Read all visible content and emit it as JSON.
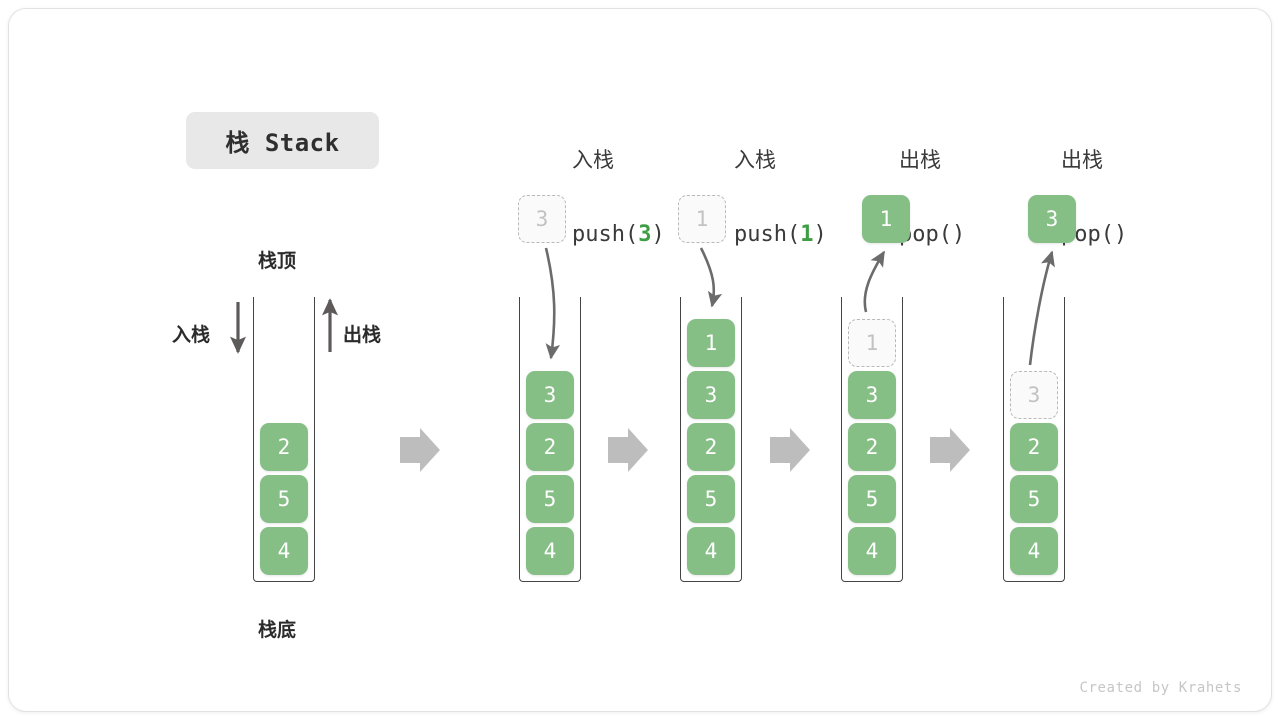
{
  "title": {
    "text": "栈 Stack"
  },
  "legend": {
    "top_label": "栈顶",
    "bottom_label": "栈底",
    "push_label": "入栈",
    "pop_label": "出栈"
  },
  "colors": {
    "cell_green": "#86bf86",
    "highlight_green": "#3f9e45",
    "ghost_border": "#b9b9b9",
    "ghost_text": "#c2c2c2",
    "arrow_gray": "#6b6b6b",
    "step_arrow_gray": "#bdbdbd",
    "chip_bg": "#e8e8e8"
  },
  "initial_stack": {
    "cells": [
      "2",
      "5",
      "4"
    ]
  },
  "steps": [
    {
      "op_cn": "入栈",
      "op_code_prefix": "push(",
      "op_code_value": "3",
      "op_code_suffix": ")",
      "floating_cell": "3",
      "floating_is_ghost": true,
      "floating_position": "above",
      "cells": [
        "3",
        "2",
        "5",
        "4"
      ],
      "ghost_index": -1
    },
    {
      "op_cn": "入栈",
      "op_code_prefix": "push(",
      "op_code_value": "1",
      "op_code_suffix": ")",
      "floating_cell": "1",
      "floating_is_ghost": true,
      "floating_position": "above",
      "cells": [
        "1",
        "3",
        "2",
        "5",
        "4"
      ],
      "ghost_index": -1
    },
    {
      "op_cn": "出栈",
      "op_code_prefix": "pop(",
      "op_code_value": "",
      "op_code_suffix": ")",
      "floating_cell": "1",
      "floating_is_ghost": false,
      "floating_position": "above",
      "cells": [
        "1",
        "3",
        "2",
        "5",
        "4"
      ],
      "ghost_index": 0
    },
    {
      "op_cn": "出栈",
      "op_code_prefix": "pop(",
      "op_code_value": "",
      "op_code_suffix": ")",
      "floating_cell": "3",
      "floating_is_ghost": false,
      "floating_position": "above",
      "cells": [
        "3",
        "2",
        "5",
        "4"
      ],
      "ghost_index": 0
    }
  ],
  "footer": {
    "credit": "Created by Krahets"
  }
}
